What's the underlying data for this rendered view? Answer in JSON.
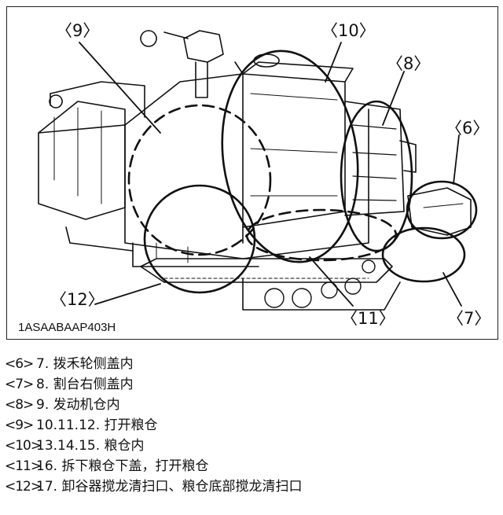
{
  "figure": {
    "code": "1ASAABAAP403H",
    "callouts": {
      "c6": "〈6〉",
      "c7": "〈7〉",
      "c8": "〈8〉",
      "c9": "〈9〉",
      "c10": "〈10〉",
      "c11": "〈11〉",
      "c12": "〈12〉"
    }
  },
  "legend": [
    {
      "label": "<6>",
      "text": "7. 拨禾轮侧盖内"
    },
    {
      "label": "<7>",
      "text": "8. 割台右侧盖内"
    },
    {
      "label": "<8>",
      "text": "9. 发动机仓内"
    },
    {
      "label": "<9>",
      "text": "10.11.12. 打开粮仓"
    },
    {
      "label": "<10>",
      "text": "13.14.15. 粮仓内"
    },
    {
      "label": "<11>",
      "text": "16. 拆下粮仓下盖，打开粮仓"
    },
    {
      "label": "<12>",
      "text": "17. 卸谷器搅龙清扫口、粮仓底部搅龙清扫口"
    }
  ]
}
